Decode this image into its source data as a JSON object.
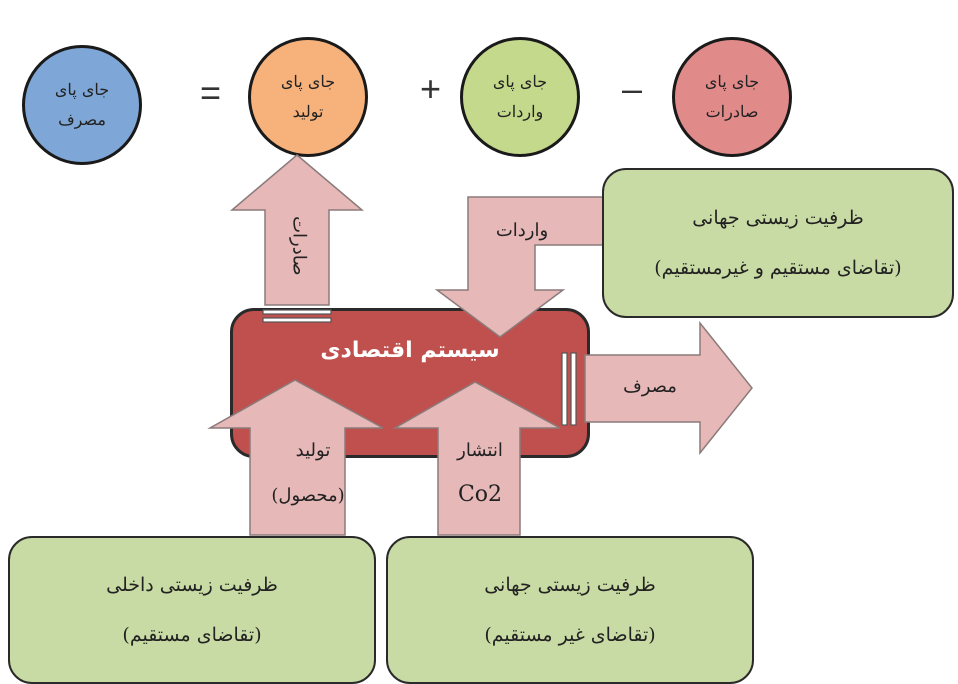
{
  "equation": {
    "consumption": {
      "line1": "جای پای",
      "line2": "مصرف",
      "color": "#7ea6d6"
    },
    "equals": "=",
    "production": {
      "line1": "جای پای",
      "line2": "تولید",
      "color": "#f7b27c"
    },
    "plus": "+",
    "imports": {
      "line1": "جای پای",
      "line2": "واردات",
      "color": "#c4d98c"
    },
    "minus": "–",
    "exports": {
      "line1": "جای پای",
      "line2": "صادرات",
      "color": "#e08a8a"
    }
  },
  "economic_system": {
    "label": "سیستم اقتصادی",
    "color": "#c0504d"
  },
  "flows": {
    "exports": "صادرات",
    "imports": "واردات",
    "consumption": "مصرف",
    "production_line1": "تولید",
    "production_line2": "(محصول)",
    "emission_line1": "انتشار",
    "emission_line2": "Co2"
  },
  "boxes": {
    "global_indirect_top": {
      "line1": "ظرفیت زیستی جهانی",
      "line2": "(تقاضای مستقیم و غیرمستقیم)"
    },
    "domestic": {
      "line1": "ظرفیت زیستی داخلی",
      "line2": "(تقاضای مستقیم)"
    },
    "global_bottom": {
      "line1": "ظرفیت زیستی جهانی",
      "line2": "(تقاضای غیر مستقیم)"
    }
  },
  "colors": {
    "arrow_fill": "#e6b8b7",
    "box_fill": "#c9dba4"
  }
}
